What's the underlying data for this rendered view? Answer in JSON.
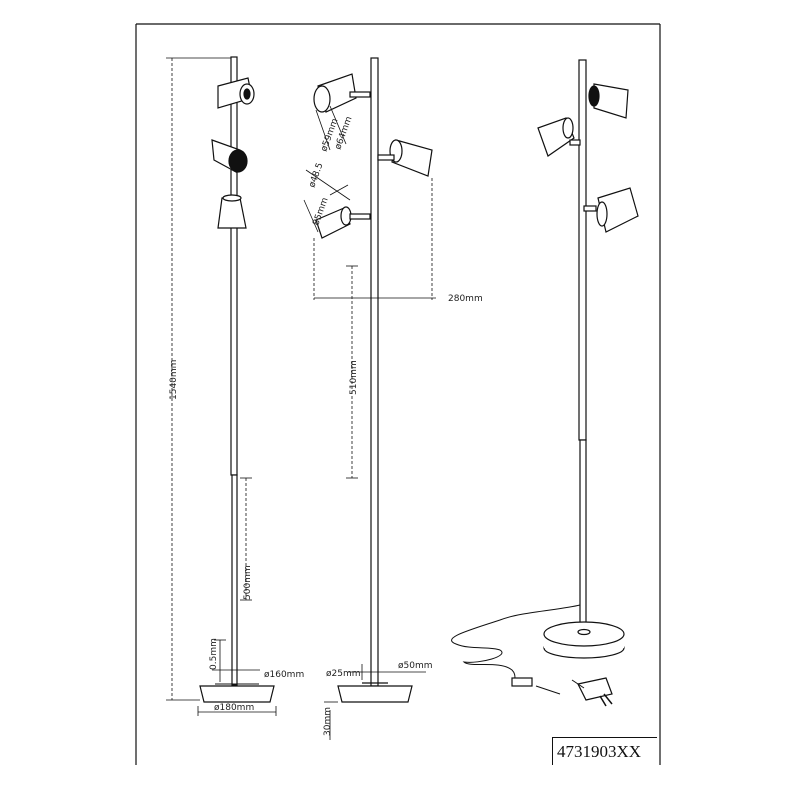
{
  "drawing": {
    "model_code": "4731903XX",
    "dimensions": {
      "total_height": "1540mm",
      "lower_pole": "500mm",
      "base_gap": "0.5mm",
      "inner_base_diameter": "ø160mm",
      "base_diameter": "ø180mm",
      "head_diameter_large": "ø64mm",
      "head_diameter_outer": "ø59mm",
      "head_diameter_small": "ø48.5",
      "head_length": "85mm",
      "arm_reach": "280mm",
      "head_spacing": "510mm",
      "pole_diameter": "ø25mm",
      "pole_collar_diameter": "ø50mm",
      "base_height": "30mm"
    }
  }
}
